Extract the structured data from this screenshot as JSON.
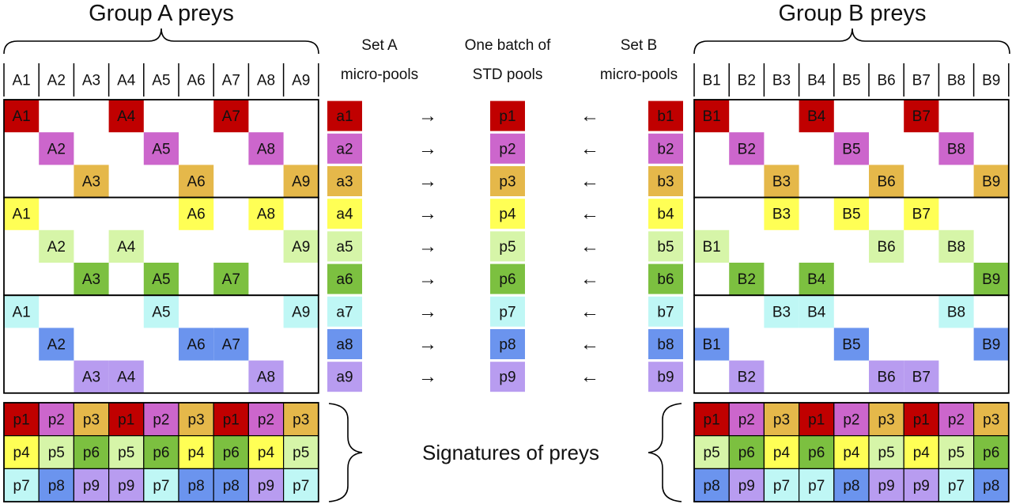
{
  "colors": {
    "1": "#c00000",
    "2": "#cc66cc",
    "3": "#e5b84a",
    "4": "#ffff55",
    "5": "#d6f5a8",
    "6": "#7cc040",
    "7": "#bff7f5",
    "8": "#6b94ee",
    "9": "#b89cf0"
  },
  "group_a": {
    "title": "Group A preys",
    "headers": [
      "A1",
      "A2",
      "A3",
      "A4",
      "A5",
      "A6",
      "A7",
      "A8",
      "A9"
    ],
    "rows": [
      [
        1,
        0,
        0,
        1,
        0,
        0,
        1,
        0,
        0
      ],
      [
        0,
        1,
        0,
        0,
        1,
        0,
        0,
        1,
        0
      ],
      [
        0,
        0,
        1,
        0,
        0,
        1,
        0,
        0,
        1
      ],
      [
        1,
        0,
        0,
        0,
        0,
        1,
        0,
        1,
        0
      ],
      [
        0,
        1,
        0,
        1,
        0,
        0,
        0,
        0,
        1
      ],
      [
        0,
        0,
        1,
        0,
        1,
        0,
        1,
        0,
        0
      ],
      [
        1,
        0,
        0,
        0,
        1,
        0,
        0,
        0,
        1
      ],
      [
        0,
        1,
        0,
        0,
        0,
        1,
        1,
        0,
        0
      ],
      [
        0,
        0,
        1,
        1,
        0,
        0,
        0,
        1,
        0
      ]
    ],
    "signatures": [
      [
        "p1",
        "p2",
        "p3",
        "p1",
        "p2",
        "p3",
        "p1",
        "p2",
        "p3"
      ],
      [
        "p4",
        "p5",
        "p6",
        "p5",
        "p6",
        "p4",
        "p6",
        "p4",
        "p5"
      ],
      [
        "p7",
        "p8",
        "p9",
        "p9",
        "p7",
        "p8",
        "p8",
        "p9",
        "p7"
      ]
    ]
  },
  "group_b": {
    "title": "Group B preys",
    "headers": [
      "B1",
      "B2",
      "B3",
      "B4",
      "B5",
      "B6",
      "B7",
      "B8",
      "B9"
    ],
    "rows": [
      [
        1,
        0,
        0,
        1,
        0,
        0,
        1,
        0,
        0
      ],
      [
        0,
        1,
        0,
        0,
        1,
        0,
        0,
        1,
        0
      ],
      [
        0,
        0,
        1,
        0,
        0,
        1,
        0,
        0,
        1
      ],
      [
        0,
        0,
        1,
        0,
        1,
        0,
        1,
        0,
        0
      ],
      [
        1,
        0,
        0,
        0,
        0,
        1,
        0,
        1,
        0
      ],
      [
        0,
        1,
        0,
        1,
        0,
        0,
        0,
        0,
        1
      ],
      [
        0,
        0,
        1,
        1,
        0,
        0,
        0,
        1,
        0
      ],
      [
        1,
        0,
        0,
        0,
        1,
        0,
        0,
        0,
        1
      ],
      [
        0,
        1,
        0,
        0,
        0,
        1,
        1,
        0,
        0
      ]
    ],
    "signatures": [
      [
        "p1",
        "p2",
        "p3",
        "p1",
        "p2",
        "p3",
        "p1",
        "p2",
        "p3"
      ],
      [
        "p5",
        "p6",
        "p4",
        "p6",
        "p4",
        "p5",
        "p4",
        "p5",
        "p6"
      ],
      [
        "p8",
        "p9",
        "p7",
        "p7",
        "p8",
        "p9",
        "p9",
        "p7",
        "p8"
      ]
    ]
  },
  "set_a": {
    "title_line1": "Set A",
    "title_line2": "micro-pools",
    "items": [
      "a1",
      "a2",
      "a3",
      "a4",
      "a5",
      "a6",
      "a7",
      "a8",
      "a9"
    ]
  },
  "set_b": {
    "title_line1": "Set B",
    "title_line2": "micro-pools",
    "items": [
      "b1",
      "b2",
      "b3",
      "b4",
      "b5",
      "b6",
      "b7",
      "b8",
      "b9"
    ]
  },
  "std_pools": {
    "title_line1": "One batch of",
    "title_line2": "STD pools",
    "items": [
      "p1",
      "p2",
      "p3",
      "p4",
      "p5",
      "p6",
      "p7",
      "p8",
      "p9"
    ]
  },
  "arrows": {
    "right": "→",
    "left": "←"
  },
  "signatures_label": "Signatures of preys"
}
